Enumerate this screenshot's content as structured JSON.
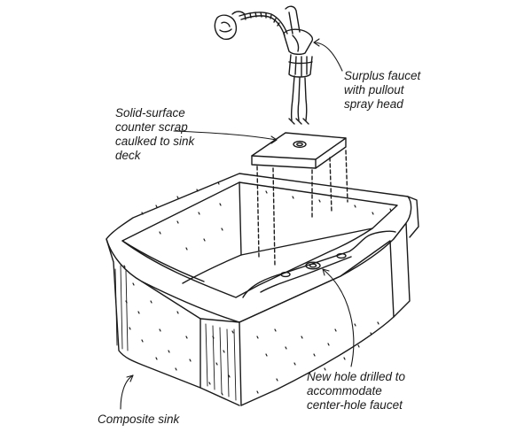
{
  "callouts": {
    "faucet": [
      "Surplus faucet",
      "with pullout",
      "spray head"
    ],
    "scrap": [
      "Solid-surface",
      "counter scrap",
      "caulked to sink",
      "deck"
    ],
    "hole": [
      "New hole drilled to",
      "accommodate",
      "center-hole faucet"
    ],
    "sink": [
      "Composite sink"
    ]
  },
  "colors": {
    "ink": "#1a1a1a",
    "paper": "#ffffff"
  }
}
